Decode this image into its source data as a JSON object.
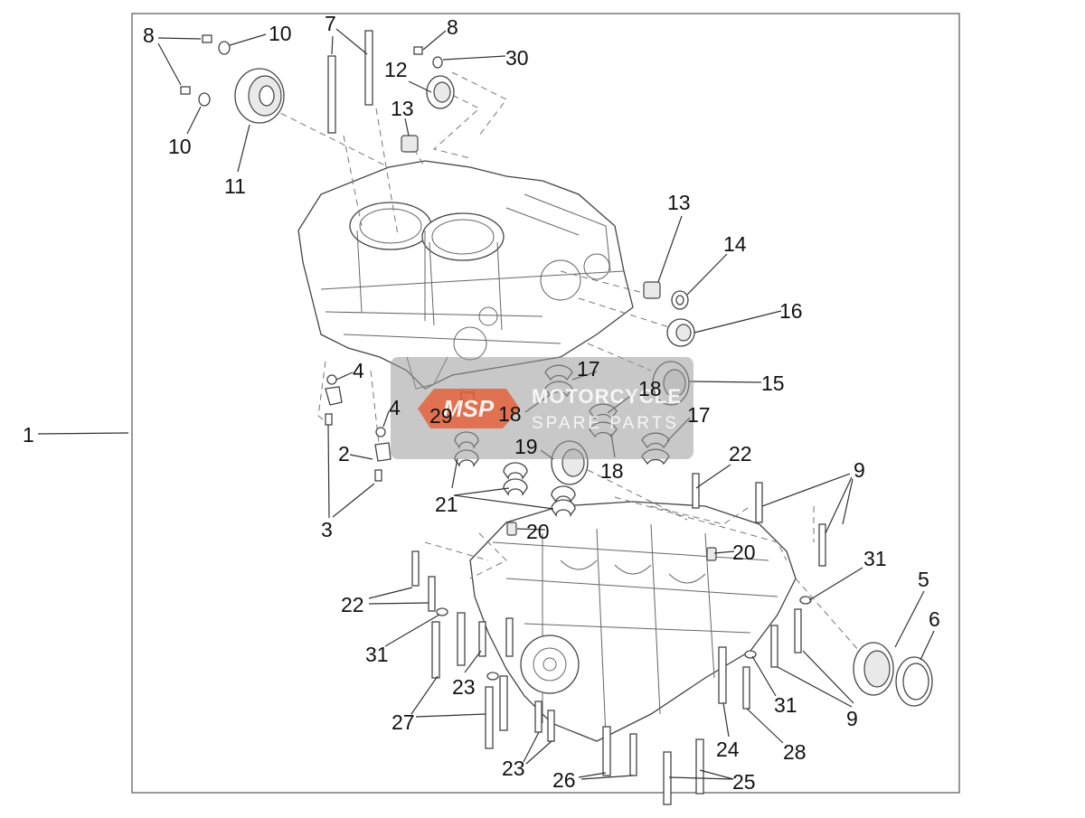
{
  "diagram": {
    "callouts": [
      {
        "id": "1",
        "text": "1"
      },
      {
        "id": "2",
        "text": "2"
      },
      {
        "id": "3",
        "text": "3"
      },
      {
        "id": "4a",
        "text": "4"
      },
      {
        "id": "4b",
        "text": "4"
      },
      {
        "id": "5",
        "text": "5"
      },
      {
        "id": "6",
        "text": "6"
      },
      {
        "id": "7",
        "text": "7"
      },
      {
        "id": "8a",
        "text": "8"
      },
      {
        "id": "8b",
        "text": "8"
      },
      {
        "id": "9a",
        "text": "9"
      },
      {
        "id": "9b",
        "text": "9"
      },
      {
        "id": "10a",
        "text": "10"
      },
      {
        "id": "10b",
        "text": "10"
      },
      {
        "id": "11",
        "text": "11"
      },
      {
        "id": "12",
        "text": "12"
      },
      {
        "id": "13a",
        "text": "13"
      },
      {
        "id": "13b",
        "text": "13"
      },
      {
        "id": "14",
        "text": "14"
      },
      {
        "id": "15",
        "text": "15"
      },
      {
        "id": "16",
        "text": "16"
      },
      {
        "id": "17a",
        "text": "17"
      },
      {
        "id": "17b",
        "text": "17"
      },
      {
        "id": "18a",
        "text": "18"
      },
      {
        "id": "18b",
        "text": "18"
      },
      {
        "id": "18c",
        "text": "18"
      },
      {
        "id": "19",
        "text": "19"
      },
      {
        "id": "20a",
        "text": "20"
      },
      {
        "id": "20b",
        "text": "20"
      },
      {
        "id": "21",
        "text": "21"
      },
      {
        "id": "22a",
        "text": "22"
      },
      {
        "id": "22b",
        "text": "22"
      },
      {
        "id": "23a",
        "text": "23"
      },
      {
        "id": "23b",
        "text": "23"
      },
      {
        "id": "24",
        "text": "24"
      },
      {
        "id": "25",
        "text": "25"
      },
      {
        "id": "26",
        "text": "26"
      },
      {
        "id": "27",
        "text": "27"
      },
      {
        "id": "28",
        "text": "28"
      },
      {
        "id": "29",
        "text": "29"
      },
      {
        "id": "30",
        "text": "30"
      },
      {
        "id": "31a",
        "text": "31"
      },
      {
        "id": "31b",
        "text": "31"
      },
      {
        "id": "31c",
        "text": "31"
      }
    ]
  },
  "watermark": {
    "logo_text": "MSP",
    "line1": "MOTORCYCLE",
    "line2": "SPARE PARTS",
    "color": "#e8562a"
  },
  "colors": {
    "line": "#333333",
    "frame": "#555555",
    "watermark_bg": "#9a9a9a"
  }
}
